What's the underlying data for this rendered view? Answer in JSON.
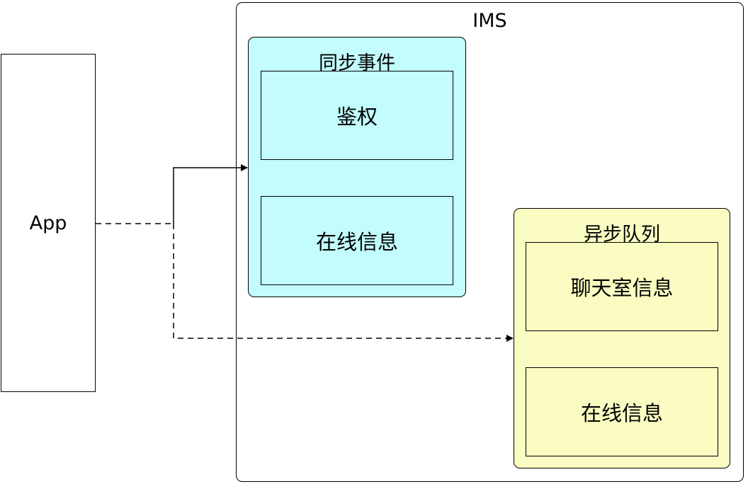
{
  "app": {
    "label": "App"
  },
  "ims": {
    "label": "IMS"
  },
  "sync_group": {
    "title": "同步事件",
    "items": [
      "鉴权",
      "在线信息"
    ],
    "fill": "#c2fcfc"
  },
  "async_group": {
    "title": "异步队列",
    "items": [
      "聊天室信息",
      "在线信息"
    ],
    "fill": "#fbfcc2"
  },
  "connectors": [
    {
      "from": "App",
      "to": "同步事件",
      "style": "solid"
    },
    {
      "from": "App",
      "to": "异步队列",
      "style": "dashed"
    }
  ]
}
